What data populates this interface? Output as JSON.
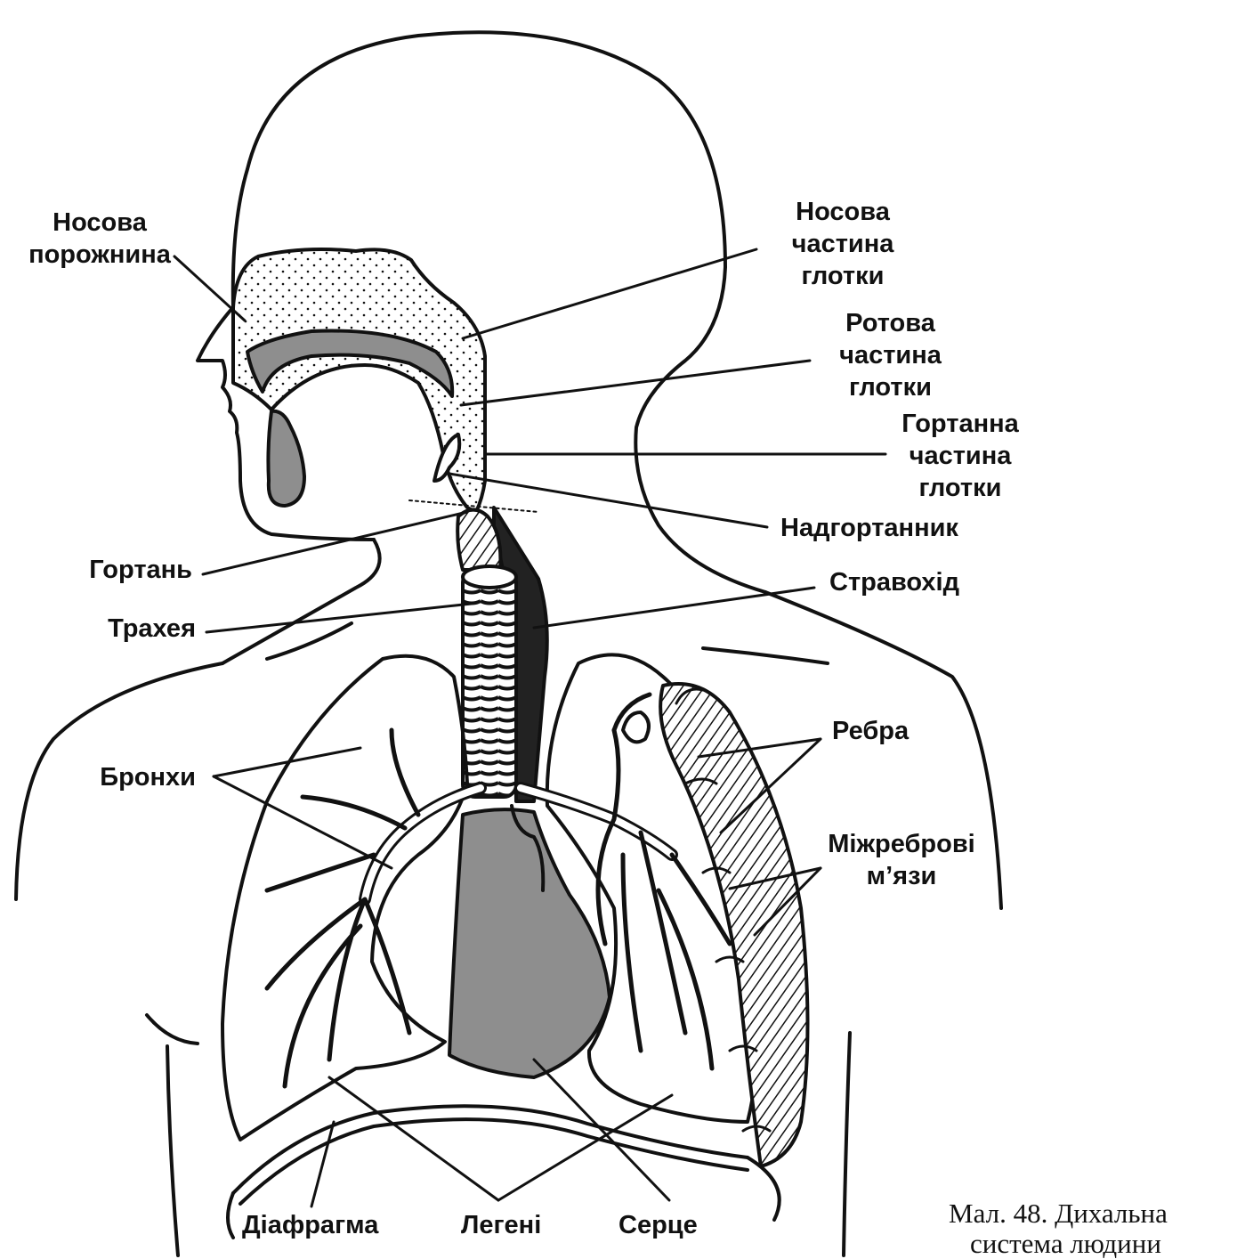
{
  "colors": {
    "ink": "#111111",
    "background": "#ffffff",
    "organ_fill": "#8e8e8e",
    "dark_fill": "#2a2a2a"
  },
  "labels": {
    "nasal_cavity": "Носова\nпорожнина",
    "nasopharynx": "Носова\nчастина\nглотки",
    "oropharynx": "Ротова\nчастина\nглотки",
    "laryngopharynx": "Гортанна\nчастина\nглотки",
    "epiglottis": "Надгортанник",
    "larynx": "Гортань",
    "esophagus": "Стравохід",
    "trachea": "Трахея",
    "bronchi": "Бронхи",
    "ribs": "Ребра",
    "intercostal_muscles": "Міжреброві\nм’язи",
    "diaphragm": "Діафрагма",
    "lungs": "Легені",
    "heart": "Серце"
  },
  "caption": {
    "line1": "Мал. 48. Дихальна",
    "line2": "система людини"
  }
}
